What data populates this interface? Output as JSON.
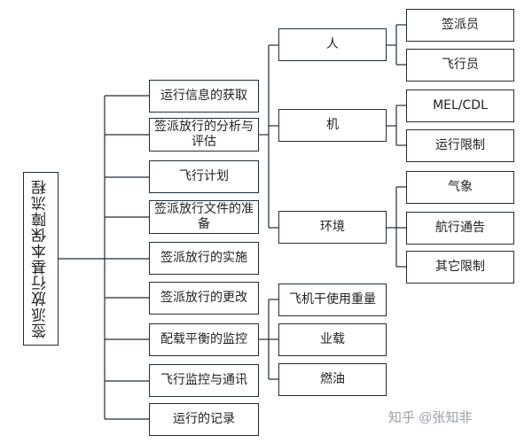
{
  "diagram": {
    "root": "签派放行基本保障流程",
    "steps": [
      "运行信息的获取",
      "签派放行的分析与评估",
      "飞行计划",
      "签派放行文件的准备",
      "签派放行的实施",
      "签派放行的更改",
      "配载平衡的监控",
      "飞行监控与通讯",
      "运行的记录"
    ],
    "analysis_factors": [
      "人",
      "机",
      "环境"
    ],
    "person_items": [
      "签派员",
      "飞行员"
    ],
    "aircraft_items": [
      "MEL/CDL",
      "运行限制"
    ],
    "environment_items": [
      "气象",
      "航行通告",
      "其它限制"
    ],
    "loading_items": [
      "飞机干使用重量",
      "业载",
      "燃油"
    ]
  },
  "watermark": "知乎 @张知非",
  "colors": {
    "line": "#1f2d3d",
    "box_border": "#1f2d3d",
    "watermark": "#9aa0a6"
  }
}
